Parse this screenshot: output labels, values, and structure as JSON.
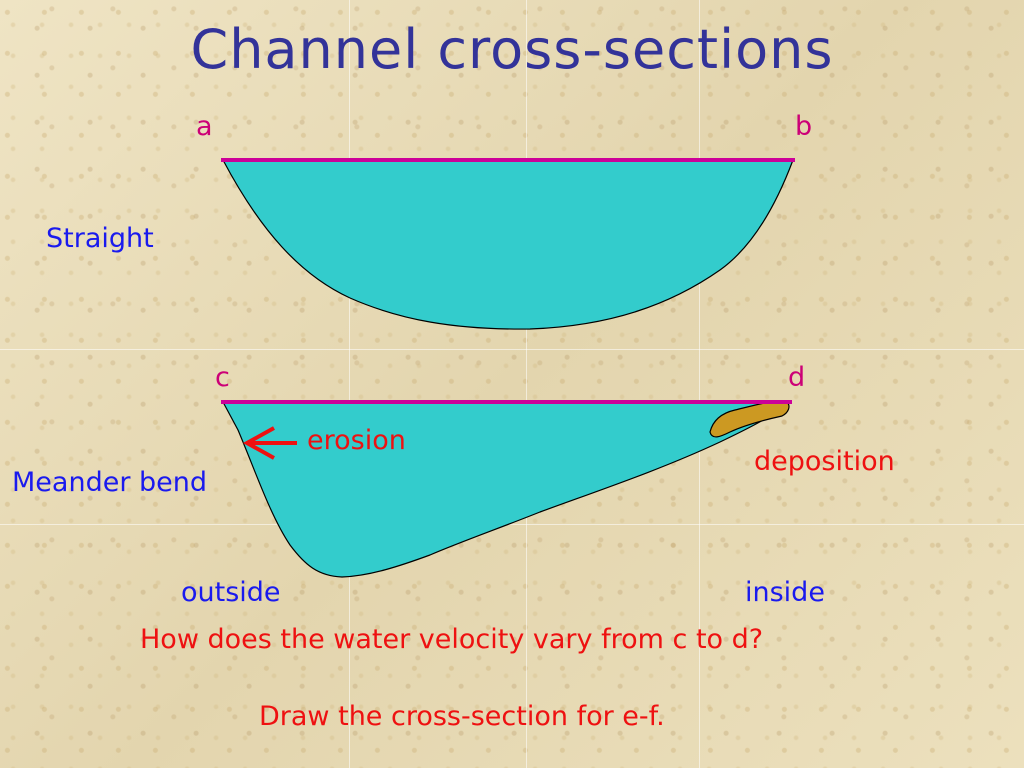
{
  "title": "Channel cross-sections",
  "straight": {
    "left_point": "a",
    "right_point": "b",
    "label": "Straight"
  },
  "meander": {
    "left_point": "c",
    "right_point": "d",
    "label": "Meander bend",
    "erosion_label": "erosion",
    "deposition_label": "deposition",
    "outside_label": "outside",
    "inside_label": "inside"
  },
  "questions": {
    "q1": "How does the water velocity vary from c to d?",
    "q2": "Draw the cross-section for e-f."
  },
  "colors": {
    "water": "#33cccc",
    "surface_line": "#cc0099",
    "deposit": "#cc9922",
    "arrow": "#ee1111"
  }
}
